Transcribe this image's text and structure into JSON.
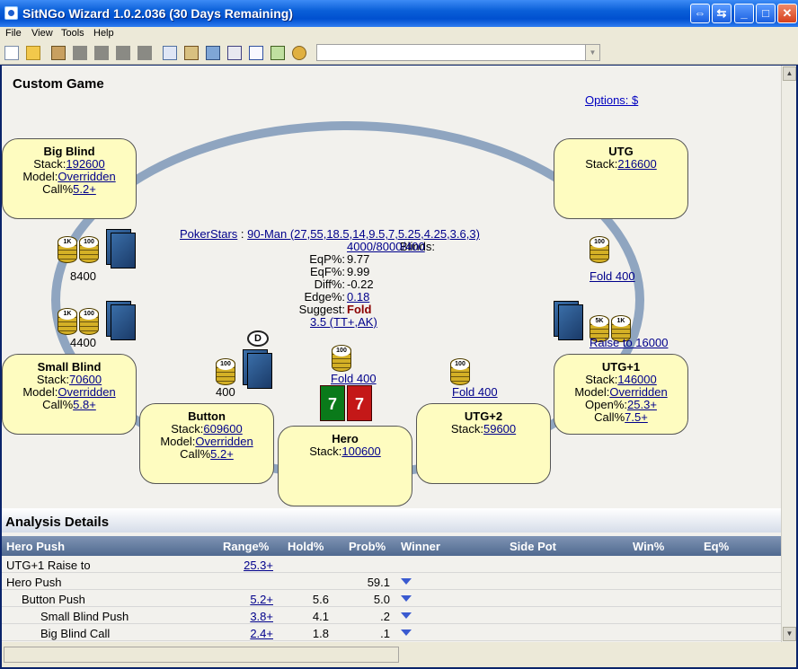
{
  "window": {
    "title": "SitNGo Wizard 1.0.2.036 (30 Days Remaining)"
  },
  "menu": [
    "File",
    "View",
    "Tools",
    "Help"
  ],
  "game": {
    "title": "Custom Game",
    "options_link": "Options: $"
  },
  "seats": {
    "big_blind": {
      "name": "Big Blind",
      "stack_label": "Stack:",
      "stack": "192600",
      "model_label": "Model:",
      "model": "Overridden",
      "call_label": "Call%",
      "call": "5.2+"
    },
    "utg": {
      "name": "UTG",
      "stack_label": "Stack:",
      "stack": "216600"
    },
    "small_blind": {
      "name": "Small Blind",
      "stack_label": "Stack:",
      "stack": "70600",
      "model_label": "Model:",
      "model": "Overridden",
      "call_label": "Call%",
      "call": "5.8+"
    },
    "button": {
      "name": "Button",
      "stack_label": "Stack:",
      "stack": "609600",
      "model_label": "Model:",
      "model": "Overridden",
      "call_label": "Call%",
      "call": "5.2+"
    },
    "hero": {
      "name": "Hero",
      "stack_label": "Stack:",
      "stack": "100600"
    },
    "utg2": {
      "name": "UTG+2",
      "stack_label": "Stack:",
      "stack": "59600"
    },
    "utg1": {
      "name": "UTG+1",
      "stack_label": "Stack:",
      "stack": "146000",
      "model_label": "Model:",
      "model": "Overridden",
      "open_label": "Open%:",
      "open": "25.3+",
      "call_label": "Call%",
      "call": "7.5+"
    }
  },
  "bets": {
    "big_blind": "8400",
    "small_blind": "4400",
    "button": "400",
    "hero": "Fold 400",
    "utg": "Fold 400",
    "utg2": "Fold 400",
    "utg1": "Raise to 16000"
  },
  "chip_labels": {
    "k1": "1K",
    "c100": "100",
    "k5": "5K"
  },
  "dealer_label": "D",
  "hero_cards": [
    "7",
    "7"
  ],
  "center": {
    "site": "PokerStars",
    "sep": " : ",
    "structure": "90-Man (27,55,18.5,14,9.5,7,5.25,4.25,3.6,3)",
    "blinds_label": "Blinds:",
    "blinds": "4000/8000/400",
    "eqp_label": "EqP%:",
    "eqp": "9.77",
    "eqf_label": "EqF%:",
    "eqf": "9.99",
    "diff_label": "Diff%:",
    "diff": "-0.22",
    "edge_label": "Edge%:",
    "edge": "0.18",
    "suggest_label": "Suggest:",
    "suggest": "Fold",
    "range": "3.5 (TT+,AK)"
  },
  "analysis": {
    "title": "Analysis Details",
    "columns": [
      "Hero Push",
      "Range%",
      "Hold%",
      "Prob%",
      "Winner",
      "Side Pot",
      "Win%",
      "Eq%"
    ],
    "rows": [
      {
        "label": "UTG+1 Raise to",
        "range": "25.3+",
        "hold": "",
        "prob": "",
        "arrow": false
      },
      {
        "label": "Hero Push",
        "range": "",
        "hold": "",
        "prob": "59.1",
        "arrow": true
      },
      {
        "label": "Button Push",
        "range": "5.2+",
        "hold": "5.6",
        "prob": "5.0",
        "arrow": true
      },
      {
        "label": "Small Blind Push",
        "range": "3.8+",
        "hold": "4.1",
        "prob": ".2",
        "arrow": true
      },
      {
        "label": "Big Blind Call",
        "range": "2.4+",
        "hold": "1.8",
        "prob": ".1",
        "arrow": true
      }
    ]
  }
}
